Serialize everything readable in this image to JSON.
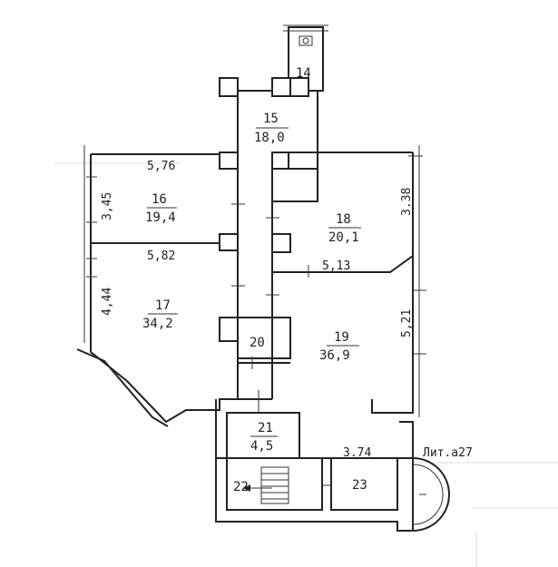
{
  "floorplan": {
    "caption": "Лит.а27",
    "rooms": [
      {
        "id": "r14",
        "number": "14",
        "area": ""
      },
      {
        "id": "r15",
        "number": "15",
        "area": "18,0"
      },
      {
        "id": "r16",
        "number": "16",
        "area": "19,4"
      },
      {
        "id": "r17",
        "number": "17",
        "area": "34,2"
      },
      {
        "id": "r18",
        "number": "18",
        "area": "20,1"
      },
      {
        "id": "r19",
        "number": "19",
        "area": "36,9"
      },
      {
        "id": "r20",
        "number": "20",
        "area": ""
      },
      {
        "id": "r21",
        "number": "21",
        "area": "4,5"
      },
      {
        "id": "r22",
        "number": "22",
        "area": ""
      },
      {
        "id": "r23",
        "number": "23",
        "area": ""
      }
    ],
    "dimensions": {
      "d576": "5,76",
      "d345": "3,45",
      "d582": "5,82",
      "d444": "4,44",
      "d338": "3.38",
      "d513": "5,13",
      "d521": "5,21",
      "d374": "3.74"
    }
  }
}
